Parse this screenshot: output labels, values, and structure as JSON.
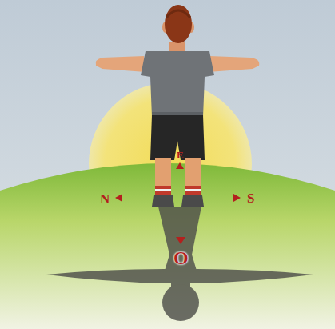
{
  "diagram": {
    "labels": [
      "E",
      "N",
      "S",
      "O"
    ]
  }
}
